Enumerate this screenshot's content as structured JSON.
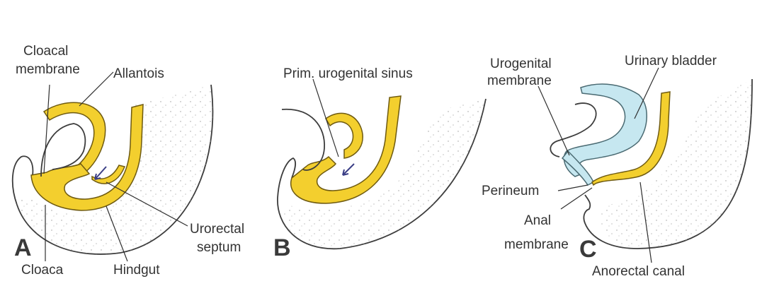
{
  "panel_a": {
    "panel_letter": "A",
    "cloacal_membrane_line1": "Cloacal",
    "cloacal_membrane_line2": "membrane",
    "allantois": "Allantois",
    "urorectal_septum_line1": "Urorectal",
    "urorectal_septum_line2": "septum",
    "cloaca": "Cloaca",
    "hindgut": "Hindgut"
  },
  "panel_b": {
    "panel_letter": "B",
    "prim_urogenital_sinus": "Prim. urogenital sinus"
  },
  "panel_c": {
    "panel_letter": "C",
    "urogenital_membrane_line1": "Urogenital",
    "urogenital_membrane_line2": "membrane",
    "urinary_bladder": "Urinary bladder",
    "perineum": "Perineum",
    "anal_membrane_line1": "Anal",
    "anal_membrane_line2": "membrane",
    "anorectal_canal": "Anorectal canal"
  },
  "colors": {
    "endoderm_yellow": "#f3cf2e",
    "bladder_blue": "#c6e7f0",
    "arrow_blue": "#3b3f86"
  }
}
